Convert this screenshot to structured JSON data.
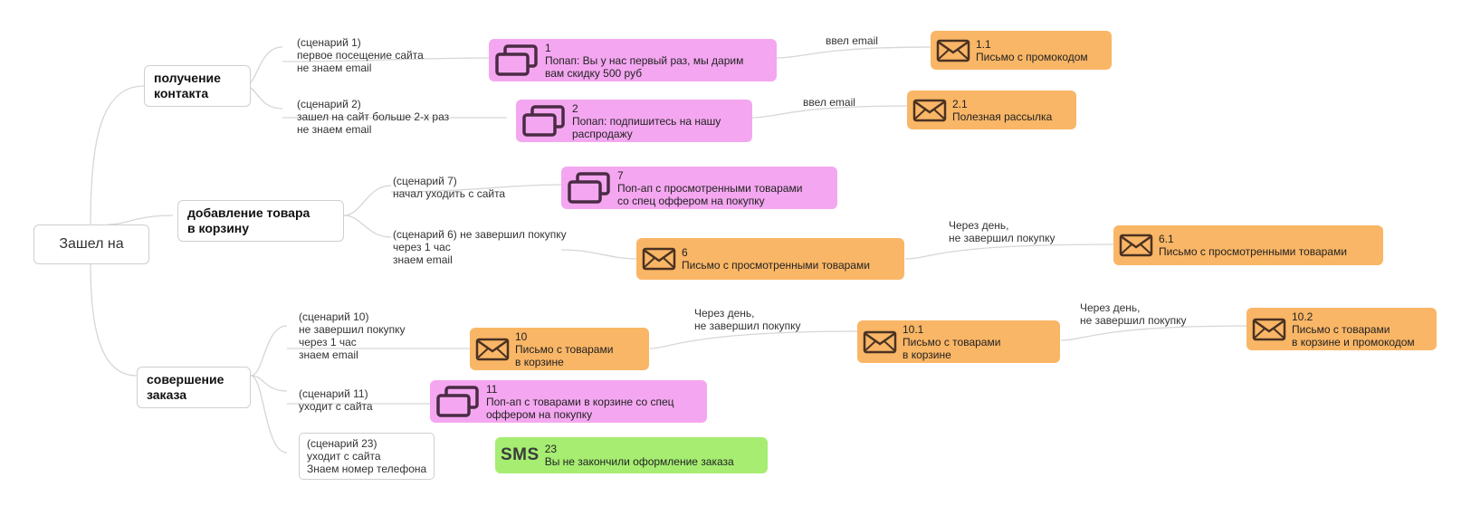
{
  "root": {
    "label": "Зашел на"
  },
  "branches": {
    "contact": "получение\nконтакта",
    "cart": "добавление товара\nв корзину",
    "order": "совершение\nзаказа"
  },
  "scenarios": {
    "s1": "(сценарий 1)\nпервое посещение сайта\nне знаем email",
    "s2": "(сценарий 2)\nзашел на сайт больше 2-х раз\nне знаем email",
    "s7": "(сценарий 7)\nначал уходить с сайта",
    "s6": "(сценарий 6) не завершил покупку\nчерез 1 час\nзнаем email",
    "s10": "(сценарий 10)\nне завершил покупку\nчерез 1 час\nзнаем email",
    "s11": "(сценарий 11)\nуходит с сайта",
    "s23": "(сценарий 23)\nуходит с сайта\nЗнаем номер телефона"
  },
  "nodes": {
    "n1": "1\nПопап: Вы у нас первый раз, мы дарим\nвам скидку 500 руб",
    "n1_1": "1.1\nПисьмо с промокодом",
    "n2": "2\nПопап: подпишитесь на нашу\nраспродажу",
    "n2_1": "2.1\nПолезная рассылка",
    "n7": "7\nПоп-ап с просмотренными товарами\nсо спец оффером на покупку",
    "n6": "6\nПисьмо с просмотренными товарами",
    "n6_1": "6.1\nПисьмо с просмотренными товарами",
    "n10": "10\nПисьмо с товарами\nв корзине",
    "n10_1": "10.1\nПисьмо с товарами\nв корзине",
    "n10_2": "10.2\nПисьмо с товарами\nв корзине и промокодом",
    "n11": "11\nПоп-ап с товарами в корзине со спец\nоффером на покупку",
    "n23": "23\nВы не закончили оформление заказа"
  },
  "edge_labels": {
    "e1": "ввел email",
    "e2": "ввел email",
    "e6": "Через день,\nне завершил покупку",
    "e10a": "Через день,\nне завершил покупку",
    "e10b": "Через день,\nне завершил покупку"
  },
  "icons": {
    "popup": "popup-windows-icon",
    "email": "envelope-icon",
    "sms": "SMS"
  },
  "colors": {
    "popup": "#f4a7f0",
    "email": "#f9b666",
    "sms": "#a6ed72"
  }
}
